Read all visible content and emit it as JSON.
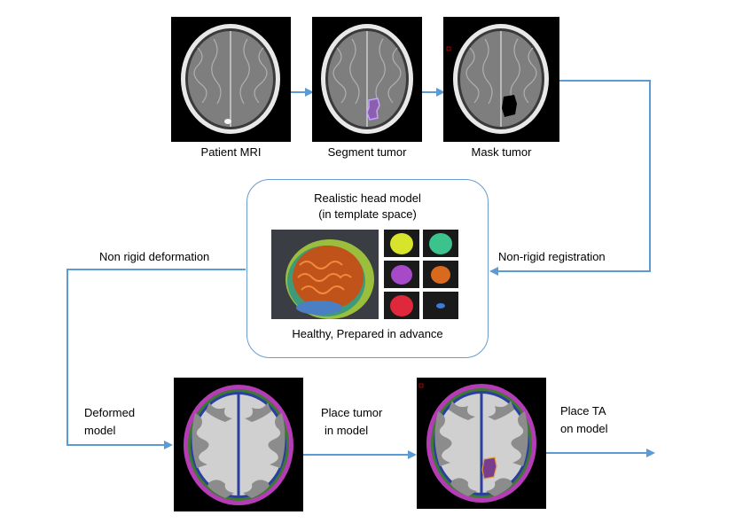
{
  "colors": {
    "arrow": "#5b9bd5",
    "box_border": "#6b9bd2",
    "tumor_outline": "#c8a0ff",
    "mask_region": "#000000",
    "gray_matter": "#8c8c8c",
    "white_matter": "#d0d0d0",
    "csf_ring": "#2a3fa0",
    "skull_ring": "#3c7a32",
    "scalp_ring": "#b43cb4",
    "tumor_model": "#7a3c8c"
  },
  "pipeline": {
    "step1": "Patient MRI",
    "step2": "Segment tumor",
    "step3": "Mask tumor"
  },
  "head_model": {
    "title_line1": "Realistic head model",
    "title_line2": "(in template space)",
    "caption": "Healthy, Prepared in advance",
    "tissue_icons": [
      "yellow-skull-icon",
      "teal-skull-icon",
      "purple-brain-icon",
      "orange-brain-icon",
      "red-skull-icon",
      "blue-ventricle-icon"
    ]
  },
  "edges": {
    "non_rigid_registration": "Non-rigid registration",
    "non_rigid_deformation": "Non rigid deformation",
    "deformed_model_line1": "Deformed",
    "deformed_model_line2": "model",
    "place_tumor_line1": "Place tumor",
    "place_tumor_line2": "in model",
    "place_ta_line1": "Place TA",
    "place_ta_line2": "on model"
  }
}
